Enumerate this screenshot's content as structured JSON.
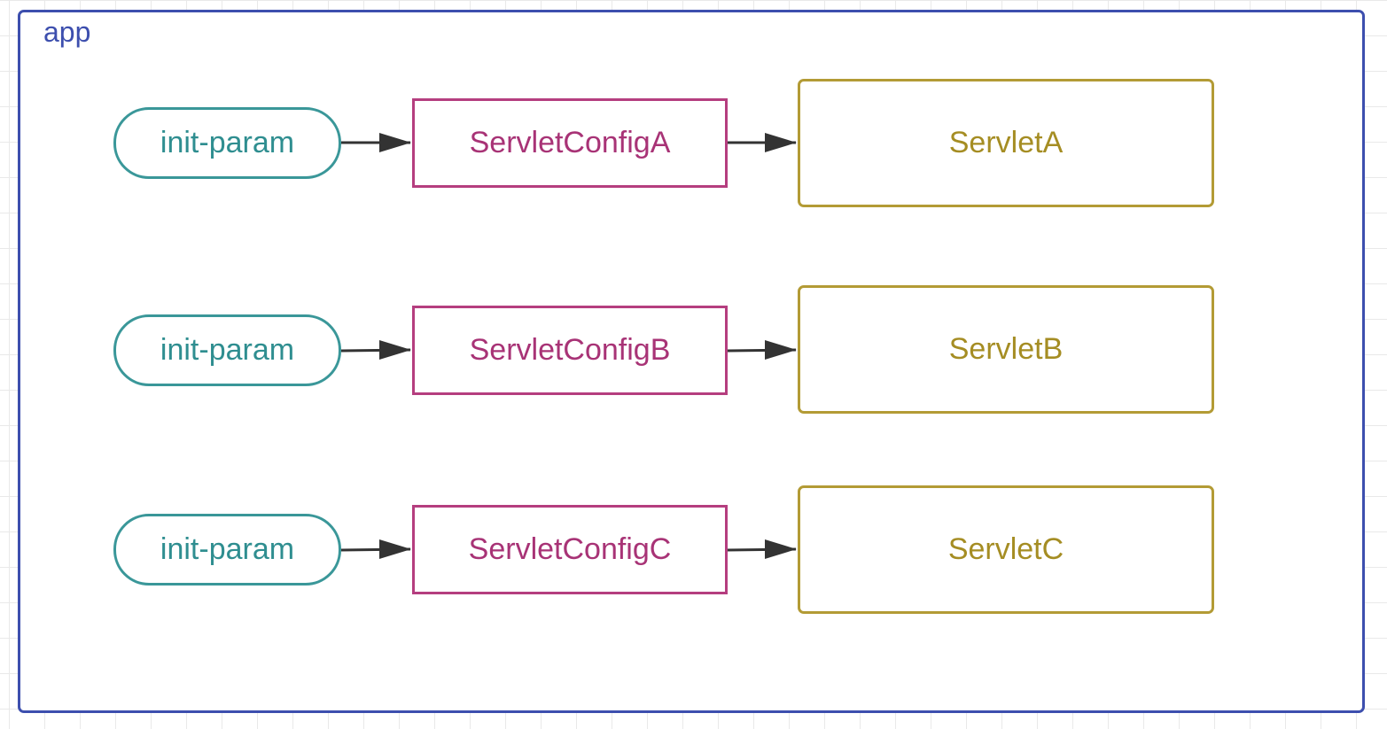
{
  "container": {
    "label": "app"
  },
  "rows": [
    {
      "param": "init-param",
      "config": "ServletConfigA",
      "servlet": "ServletA"
    },
    {
      "param": "init-param",
      "config": "ServletConfigB",
      "servlet": "ServletB"
    },
    {
      "param": "init-param",
      "config": "ServletConfigC",
      "servlet": "ServletC"
    }
  ],
  "colors": {
    "container": "#3d4fae",
    "param": "#3a9799",
    "config": "#b53e7f",
    "servlet": "#b39b35",
    "arrow": "#333333"
  }
}
